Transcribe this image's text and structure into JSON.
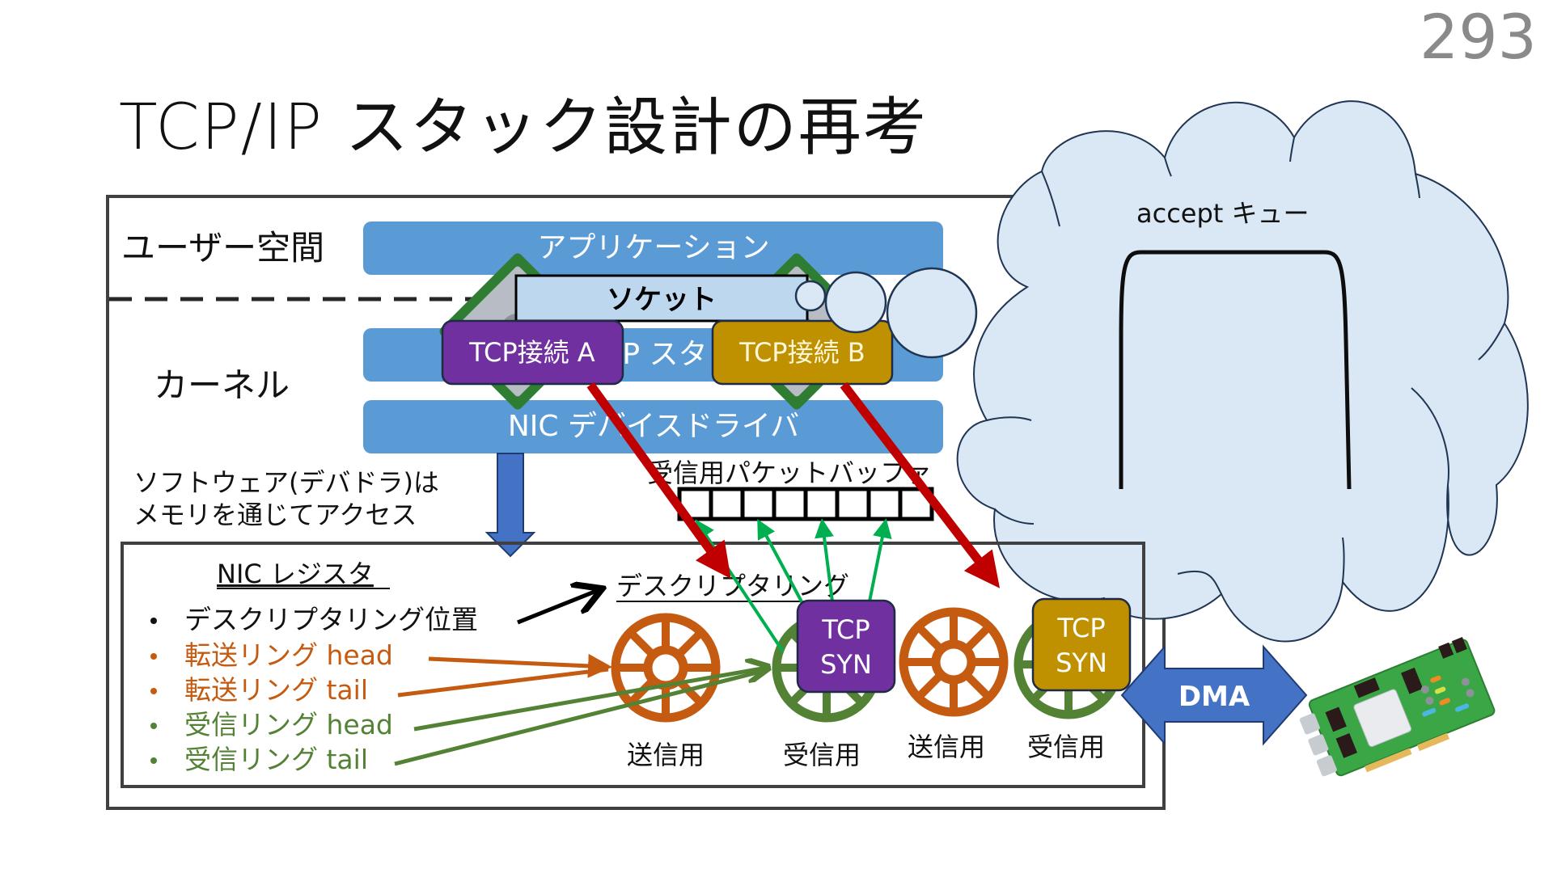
{
  "page_number": "293",
  "title": "TCP/IP スタック設計の再考",
  "layers": {
    "user_space_label": "ユーザー空間",
    "kernel_label": "カーネル",
    "application_bar": "アプリケーション",
    "tcpip_stack_bar": "TCP/IP スタック",
    "tcpip_stack_visible": "P スタ",
    "nic_driver_bar": "NIC デバイスドライバ"
  },
  "socket_label": "ソケット",
  "connections": [
    {
      "label": "TCP接続 A",
      "color": "#7030a0"
    },
    {
      "label": "TCP接続 B",
      "color": "#bf9000"
    }
  ],
  "software_note": [
    "ソフトウェア(デバドラ)は",
    "メモリを通じてアクセス"
  ],
  "rx_packet_buffer": {
    "label": "受信用パケットバッファ",
    "cells": 8
  },
  "nic_registers": {
    "title": "NIC レジスタ",
    "items": [
      {
        "text": "デスクリプタリング位置",
        "color": "#111111"
      },
      {
        "text": "転送リング head",
        "color": "#c55a11"
      },
      {
        "text": "転送リング tail",
        "color": "#c55a11"
      },
      {
        "text": "受信リング head",
        "color": "#548235"
      },
      {
        "text": "受信リング tail",
        "color": "#548235"
      }
    ]
  },
  "descriptor_ring_label": "デスクリプタリング",
  "rings": [
    {
      "label": "送信用",
      "kind": "tx",
      "color": "#c55a11"
    },
    {
      "label": "受信用",
      "kind": "rx",
      "color": "#548235"
    },
    {
      "label": "送信用",
      "kind": "tx",
      "color": "#c55a11"
    },
    {
      "label": "受信用",
      "kind": "rx",
      "color": "#548235"
    }
  ],
  "syn_boxes": [
    {
      "line1": "TCP",
      "line2": "SYN",
      "color": "#7030a0"
    },
    {
      "line1": "TCP",
      "line2": "SYN",
      "color": "#bf9000"
    }
  ],
  "dma_label": "DMA",
  "cloud": {
    "label": "accept キュー"
  },
  "colors": {
    "bar_blue": "#5b9bd5",
    "socket_fill": "#bdd7ee",
    "cloud_fill": "#dae8f5",
    "arrow_red": "#c00000",
    "arrow_green": "#00b050",
    "dma_blue": "#4472c4"
  }
}
